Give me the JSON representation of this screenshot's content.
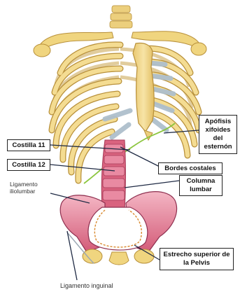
{
  "labels": {
    "apofisis": "Apófisis xifoides del esternón",
    "costilla11": "Costilla 11",
    "costilla12": "Costilla 12",
    "bordes": "Bordes costales",
    "columna": "Columna lumbar",
    "ligamento_ilio": "Ligamento iliolumbar",
    "estrecho": "Estrecho superior de la Pelvis",
    "ligamento_inguinal": "Ligamento inguinal"
  },
  "colors": {
    "bone": "#f2d98c",
    "bone_outline": "#b8903a",
    "cartilage": "#c7d3dc",
    "muscle_pink": "#d9637f",
    "muscle_light": "#f0a8b8",
    "leader_line": "#1f2a44",
    "costal_border": "#8cc63f"
  }
}
